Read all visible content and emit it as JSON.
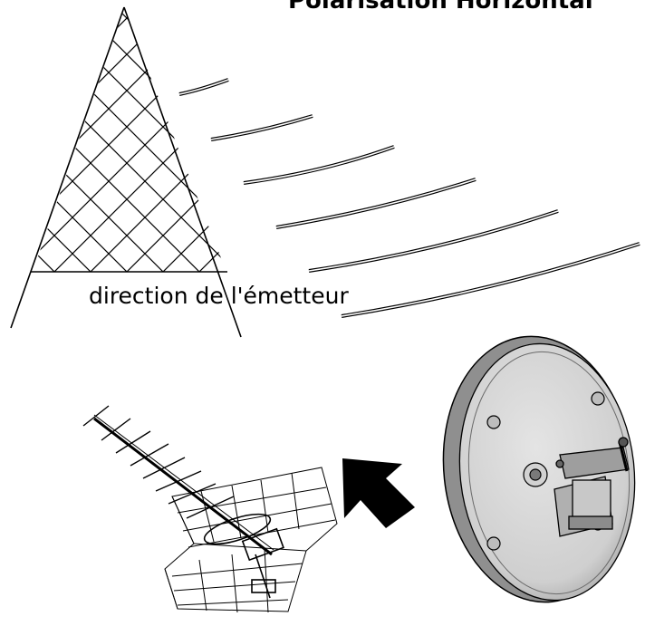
{
  "diagram": {
    "title": "Polarisation Horizontal",
    "tower_caption": "direction de l'émetteur"
  },
  "colors": {
    "ink": "#000000",
    "panel_light": "#d6d6d6",
    "panel_mid": "#b4b4b4",
    "panel_dark": "#8a8a8a"
  },
  "icons": {
    "tower": "lattice-transmitter-tower",
    "waves": "radio-wave-arcs",
    "antenna": "yagi-tv-antenna",
    "arrow": "direction-arrow",
    "panel": "circular-flat-panel-antenna"
  }
}
